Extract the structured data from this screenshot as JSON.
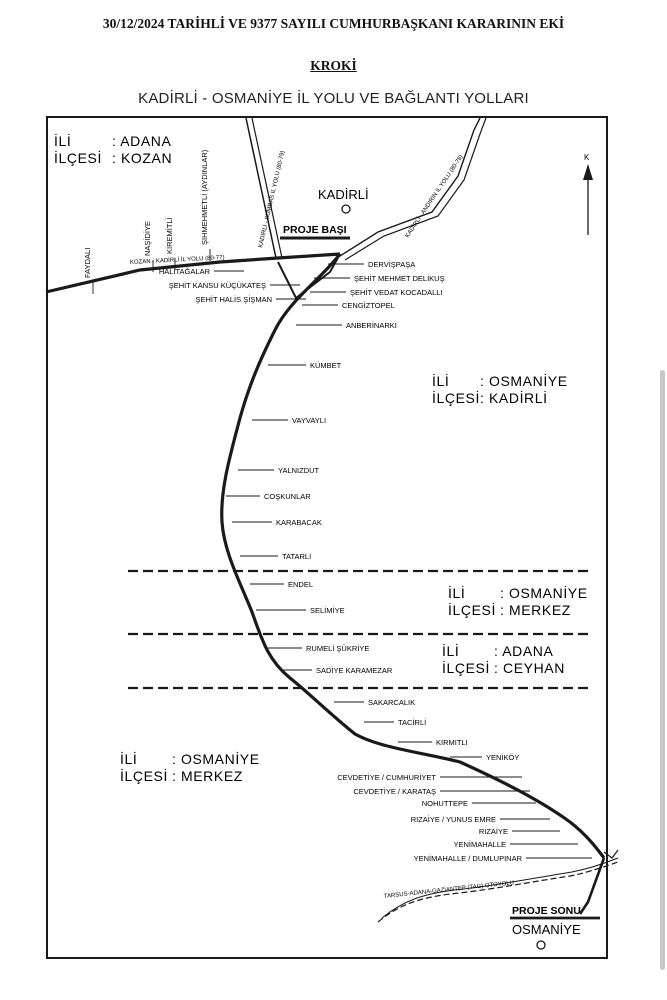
{
  "header": {
    "decree": "30/12/2024 TARİHLİ VE 9377 SAYILI CUMHURBAŞKANI KARARININ EKİ",
    "kroki": "KROKİ",
    "map_title": "KADİRLİ - OSMANİYE İL YOLU VE BAĞLANTI YOLLARI"
  },
  "regions": {
    "adana_kozan": {
      "il_key": "İLİ",
      "il_val": ": ADANA",
      "ilce_key": "İLÇESİ",
      "ilce_val": ": KOZAN"
    },
    "osmaniye_kadirli": {
      "il_key": "İLİ",
      "il_val": ": OSMANİYE",
      "ilce_key": "İLÇESİ",
      "ilce_val": ": KADİRLİ"
    },
    "osmaniye_merkez_right": {
      "il_key": "İLİ",
      "il_val": ": OSMANİYE",
      "ilce_key": "İLÇESİ",
      "ilce_val": ": MERKEZ"
    },
    "adana_ceyhan": {
      "il_key": "İLİ",
      "il_val": ": ADANA",
      "ilce_key": "İLÇESİ",
      "ilce_val": ": CEYHAN"
    },
    "osmaniye_merkez_left": {
      "il_key": "İLİ",
      "il_val": ": OSMANİYE",
      "ilce_key": "İLÇESİ",
      "ilce_val": ": MERKEZ"
    }
  },
  "towns": {
    "kadirli": "KADİRLİ",
    "osmaniye": "OSMANİYE"
  },
  "project": {
    "start": "PROJE BAŞI",
    "end": "PROJE SONU"
  },
  "north_marker": "K",
  "roads": {
    "kozan_kadirli": "KOZAN - KADİRLİ İL YOLU (80-77)",
    "kadirli_sumbas": "KADİRLİ - SUMBAS İL YOLU (80-79)",
    "kadirli_andirin": "KADİRLİ - ANDIRIN İL YOLU (80-78)",
    "tem_otoyol": "TARSUS-ADANA-GAZİANTEP (TAG) OTOYOLU"
  },
  "vertical_labels": [
    "FAYDALI",
    "NAŞİDİYE",
    "KİREMİTLİ",
    "ŞIHMEHMETLİ (AYDINLAR)"
  ],
  "left_villages": [
    "HALİTAĞALAR",
    "ŞEHİT KANSU KÜÇÜKATEŞ",
    "ŞEHİT HALİS ŞİŞMAN"
  ],
  "right_top_villages": [
    "DERVİŞPAŞA",
    "ŞEHİT MEHMET DELİKUŞ",
    "ŞEHİT VEDAT KOCADALLI",
    "CENGİZTOPEL"
  ],
  "route_villages": [
    "ANBERİNARKI",
    "KÜMBET",
    "VAYVAYLI",
    "YALNIZDUT",
    "COŞKUNLAR",
    "KARABACAK",
    "TATARLI",
    "ENDEL",
    "SELİMİYE",
    "RUMELİ ŞÜKRİYE",
    "SADİYE KARAMEZAR",
    "SAKARCALIK",
    "TACİRLİ",
    "KIRMITLI",
    "YENİKÖY"
  ],
  "osmaniye_neighborhoods": [
    "CEVDETİYE / CUMHURİYET",
    "CEVDETİYE / KARATAŞ",
    "NOHUTTEPE",
    "RIZAİYE / YUNUS EMRE",
    "RIZAİYE",
    "YENİMAHALLE",
    "YENİMAHALLE / DUMLUPINAR"
  ]
}
